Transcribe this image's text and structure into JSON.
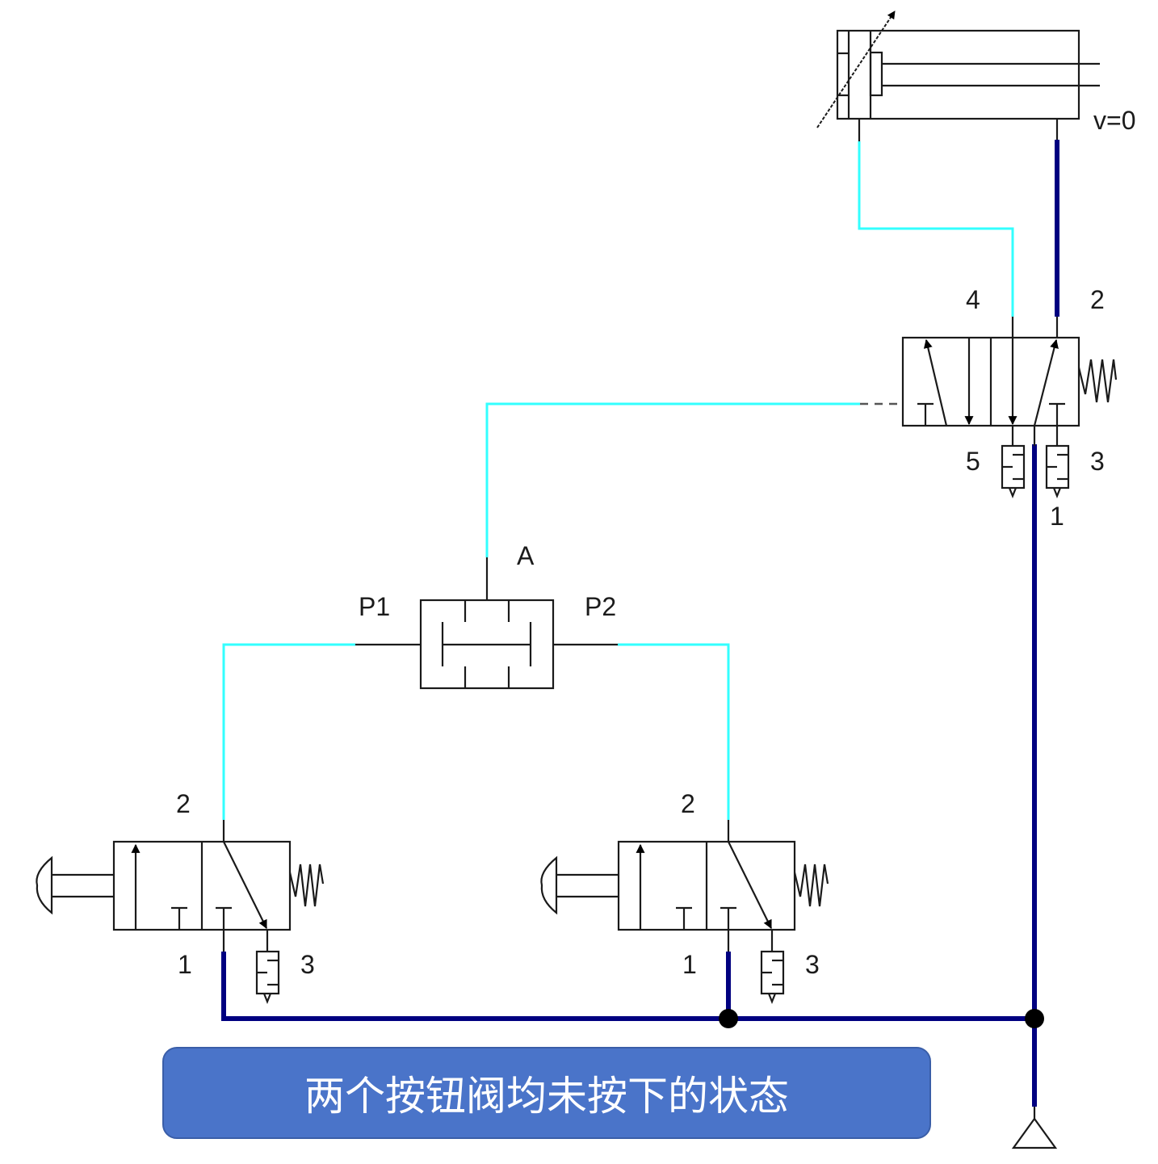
{
  "diagram": {
    "title": "Pneumatic AND-logic circuit with two push-button valves",
    "caption": "两个按钮阀均未按下的状态",
    "colors": {
      "pressurized_line": "#000080",
      "exhaust_line": "#33ffff",
      "symbol_stroke": "#1a1a1a",
      "caption_bg": "#4a74c9",
      "caption_text": "#ffffff"
    },
    "cylinder": {
      "name": "Double-acting cylinder with adjustable cushioning",
      "status_label": "v=0"
    },
    "main_valve": {
      "name": "5/2 pilot-operated valve, spring return",
      "ports": {
        "p4": "4",
        "p2": "2",
        "p5": "5",
        "p3": "3",
        "p1": "1"
      }
    },
    "and_valve": {
      "name": "Two-pressure valve (AND)",
      "ports": {
        "output": "A",
        "input1": "P1",
        "input2": "P2"
      }
    },
    "button_valve_left": {
      "name": "3/2 push-button valve, spring return (not pressed)",
      "ports": {
        "p2": "2",
        "p1": "1",
        "p3": "3"
      }
    },
    "button_valve_right": {
      "name": "3/2 push-button valve, spring return (not pressed)",
      "ports": {
        "p2": "2",
        "p1": "1",
        "p3": "3"
      }
    },
    "supply": {
      "name": "Compressed air source"
    }
  }
}
